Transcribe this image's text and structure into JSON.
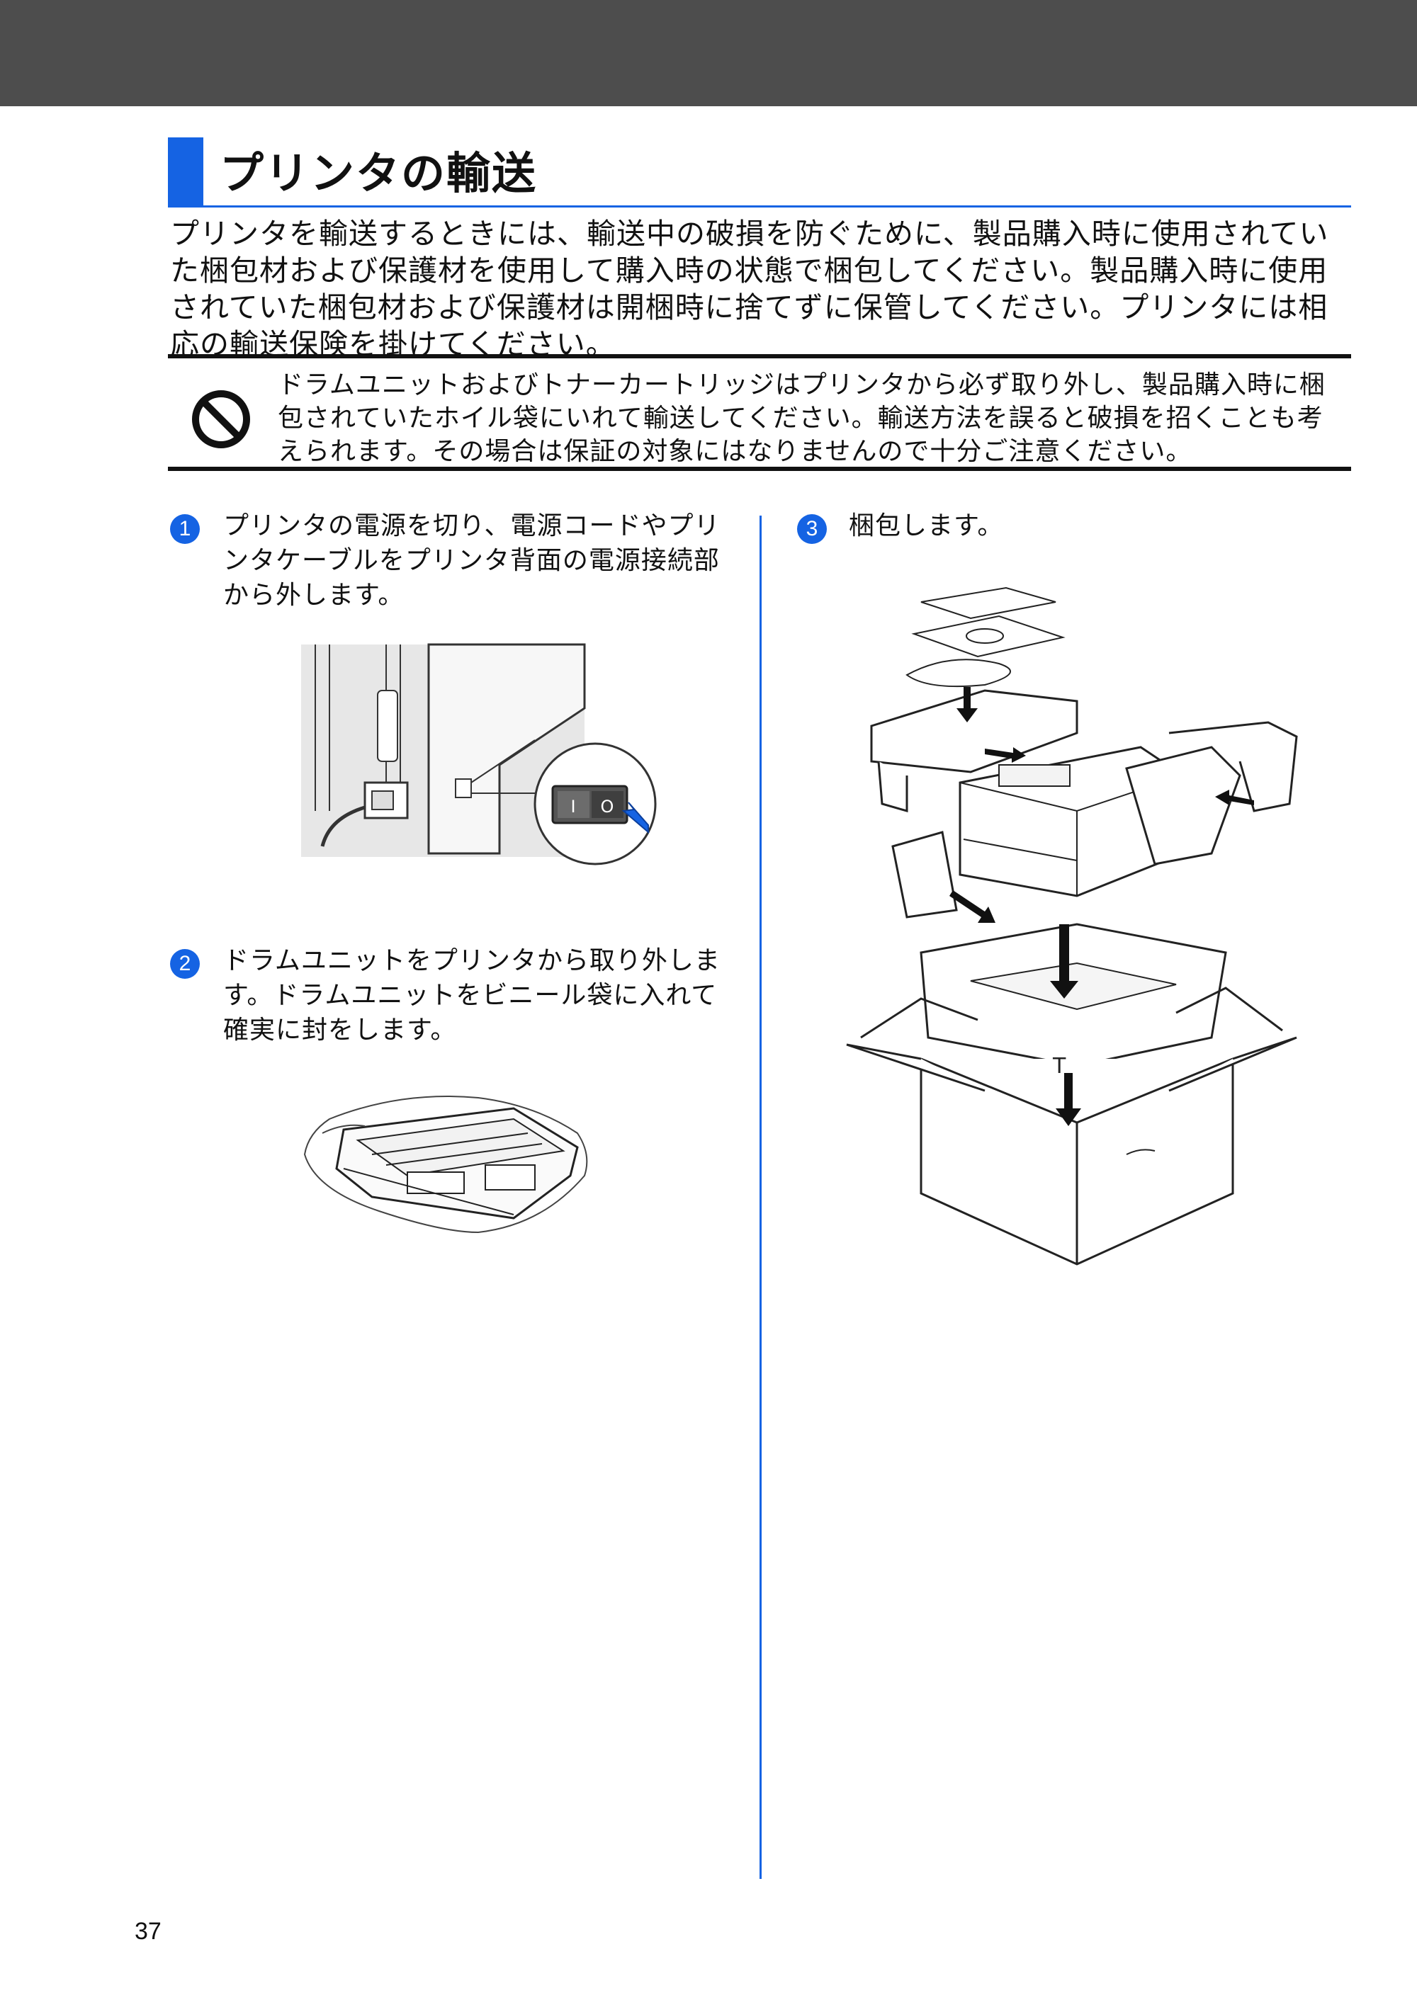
{
  "title": "プリンタの輸送",
  "intro": "プリンタを輸送するときには、輸送中の破損を防ぐために、製品購入時に使用されていた梱包材および保護材を使用して購入時の状態で梱包してください。製品購入時に使用されていた梱包材および保護材は開梱時に捨てずに保管してください。プリンタには相応の輸送保険を掛けてください。",
  "warning": {
    "icon": "prohibited-icon",
    "text": "ドラムユニットおよびトナーカートリッジはプリンタから必ず取り外し、製品購入時に梱包されていたホイル袋にいれて輸送してください。輸送方法を誤ると破損を招くことも考えられます。その場合は保証の対象にはなりませんので十分ご注意ください。"
  },
  "steps": [
    {
      "number": "1",
      "text": "プリンタの電源を切り、電源コードやプリンタケーブルをプリンタ背面の電源接続部から外します。"
    },
    {
      "number": "2",
      "text": "ドラムユニットをプリンタから取り外します。ドラムユニットをビニール袋に入れて確実に封をします。"
    },
    {
      "number": "3",
      "text": "梱包します。"
    }
  ],
  "figures": {
    "power_switch": {
      "switch_off": "I",
      "switch_on": "O"
    },
    "box_label": "T"
  },
  "page_number": "37",
  "colors": {
    "accent": "#1563e3",
    "header_bar": "#4d4d4d",
    "text": "#111111"
  }
}
